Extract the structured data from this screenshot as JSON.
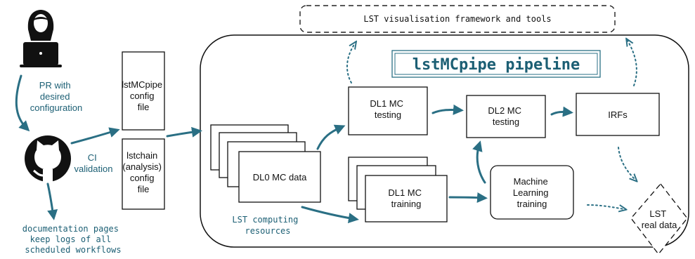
{
  "labels": {
    "pr": [
      "PR with",
      "desired",
      "configuration"
    ],
    "ci": [
      "CI",
      "validation"
    ],
    "docs": [
      "documentation pages",
      "keep logs of all",
      "scheduled workflows"
    ],
    "lstmcpipe_config": [
      "lstMCpipe",
      "config",
      "file"
    ],
    "lstchain_config": [
      "lstchain",
      "(analysis)",
      "config",
      "file"
    ],
    "dl0": "DL0 MC data",
    "computing": [
      "LST computing",
      "resources"
    ],
    "dl1_testing": [
      "DL1 MC",
      "testing"
    ],
    "dl1_training": [
      "DL1 MC",
      "training"
    ],
    "dl2_testing": [
      "DL2 MC",
      "testing"
    ],
    "irfs": "IRFs",
    "ml": [
      "Machine",
      "Learning",
      "training"
    ],
    "real": [
      "LST",
      "real data"
    ],
    "pipeline_title": "lstMCpipe pipeline",
    "vis_framework": "LST visualisation framework and tools"
  },
  "colors": {
    "accent": "#2a6f84",
    "accent_text": "#1c5f74",
    "ink": "#111111"
  },
  "icons": [
    "user-laptop-icon",
    "github-icon"
  ]
}
